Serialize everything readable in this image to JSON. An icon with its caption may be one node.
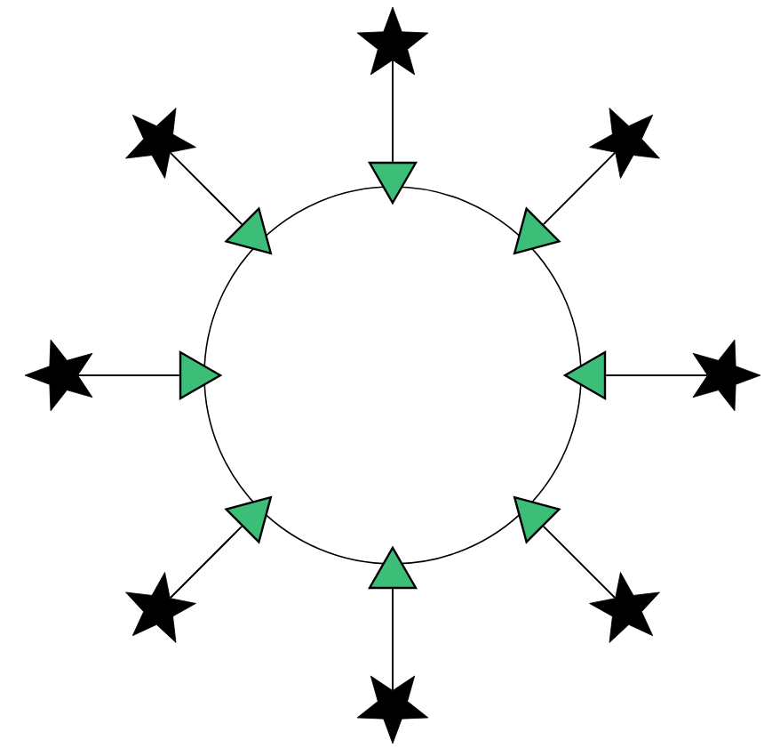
{
  "diagram": {
    "nodes": [
      {
        "text": [],
        "shape": "circle"
      },
      {
        "text": [],
        "shape": "triangle"
      },
      {
        "text": [],
        "shape": "star"
      },
      {
        "text": [],
        "shape": "triangle"
      },
      {
        "text": [],
        "shape": "star"
      },
      {
        "text": [],
        "shape": "triangle"
      },
      {
        "text": [],
        "shape": "star"
      },
      {
        "text": [],
        "shape": "triangle"
      },
      {
        "text": [],
        "shape": "star"
      },
      {
        "text": [],
        "shape": "triangle"
      },
      {
        "text": [],
        "shape": "star"
      },
      {
        "text": [],
        "shape": "triangle"
      },
      {
        "text": [],
        "shape": "star"
      },
      {
        "text": [],
        "shape": "triangle"
      },
      {
        "text": [],
        "shape": "star"
      },
      {
        "text": [],
        "shape": "triangle"
      },
      {
        "text": [],
        "shape": "star"
      }
    ],
    "edges": [
      {
        "from": 1,
        "to": 2,
        "arrow": "none"
      },
      {
        "from": 3,
        "to": 4,
        "arrow": "none"
      },
      {
        "from": 5,
        "to": 6,
        "arrow": "none"
      },
      {
        "from": 7,
        "to": 8,
        "arrow": "none"
      },
      {
        "from": 9,
        "to": 10,
        "arrow": "none"
      },
      {
        "from": 11,
        "to": 12,
        "arrow": "none"
      },
      {
        "from": 13,
        "to": 14,
        "arrow": "none"
      },
      {
        "from": 15,
        "to": 16,
        "arrow": "none"
      }
    ]
  }
}
